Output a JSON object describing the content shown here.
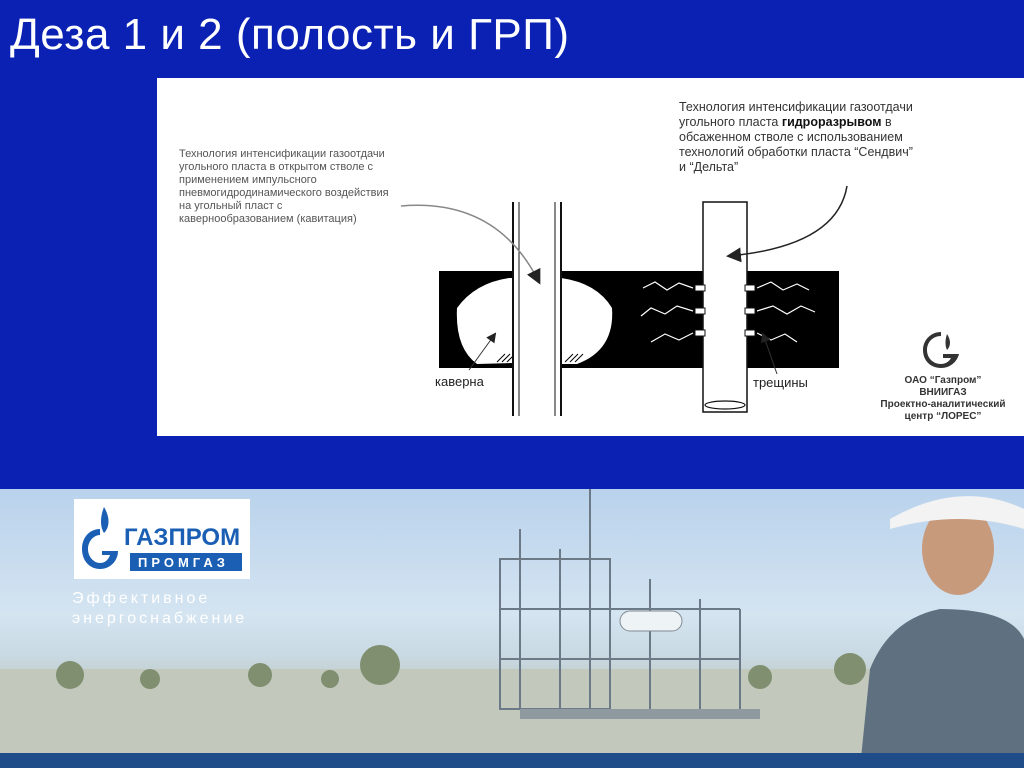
{
  "slide": {
    "title": "Деза 1 и 2 (полость и ГРП)"
  },
  "diagram": {
    "caption_left": "Технология интенсификации газоотдачи угольного пласта в открытом стволе с применением импульсного пневмогидродинамического воздействия на угольный пласт с кавернообразованием (кавитация)",
    "caption_right_before": "Технология интенсификации газоотдачи угольного пласта ",
    "caption_right_bold": "гидроразрывом",
    "caption_right_after": " в обсаженном стволе с использованием технологий обработки пласта “Сендвич” и “Дельта”",
    "label_caverna": "каверна",
    "label_cracks": "трещины",
    "org_line1": "ОАО “Газпром”",
    "org_line2": "ВНИИГАЗ",
    "org_line3": "Проектно-аналитический",
    "org_line4": "центр “ЛОРЕС”"
  },
  "banner": {
    "logo_text_1": "ГАЗПРОМ",
    "logo_text_2": "ПРОМГАЗ",
    "tagline_1": "Эффективное",
    "tagline_2": "энергоснабжение"
  },
  "colors": {
    "slide_background": "#0a21b4",
    "logo_blue": "#1a5fb4"
  }
}
